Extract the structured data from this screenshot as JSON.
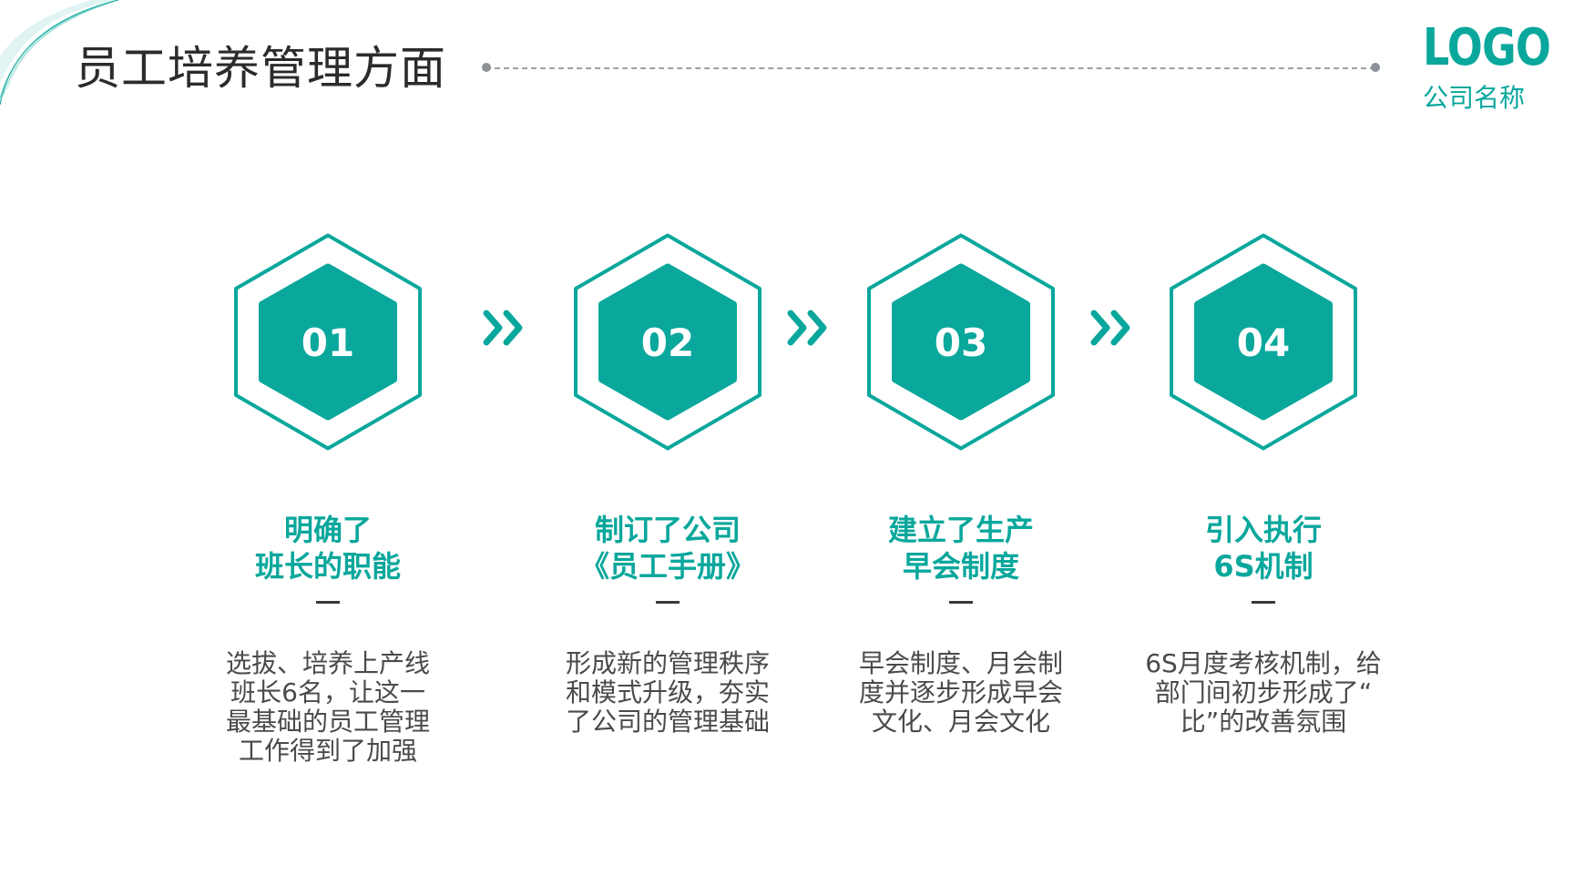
{
  "header": {
    "title": "员工培养管理方面"
  },
  "brand": {
    "logo": "LOGO",
    "company_name": "公司名称",
    "accent_color": "#0aa79c"
  },
  "steps": [
    {
      "number": "01",
      "title_lines": [
        "明确了",
        "班长的职能"
      ],
      "desc_lines": [
        "选拔、培养上产线",
        "班长6名，让这一",
        "最基础的员工管理",
        "工作得到了加强"
      ]
    },
    {
      "number": "02",
      "title_lines": [
        "制订了公司",
        "《员工手册》"
      ],
      "desc_lines": [
        "形成新的管理秩序",
        "和模式升级，夯实",
        "了公司的管理基础"
      ]
    },
    {
      "number": "03",
      "title_lines": [
        "建立了生产",
        "早会制度"
      ],
      "desc_lines": [
        "早会制度、月会制",
        "度并逐步形成早会",
        "文化、月会文化"
      ]
    },
    {
      "number": "04",
      "title_lines": [
        "引入执行",
        "6S机制"
      ],
      "desc_lines": [
        "6S月度考核机制，给",
        "部门间初步形成了“",
        "比”的改善氛围"
      ]
    }
  ],
  "icons": {
    "step_badge": "hexagon-badge-icon",
    "connector": "double-chevron-right-icon"
  }
}
